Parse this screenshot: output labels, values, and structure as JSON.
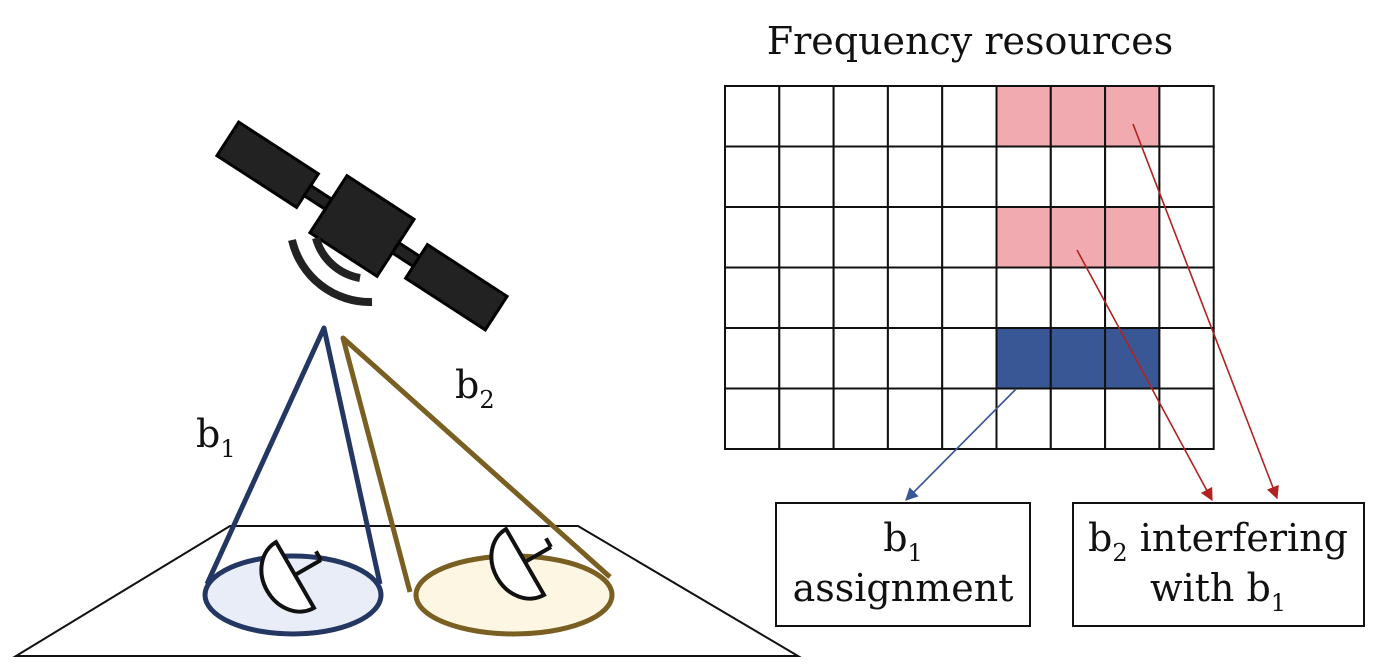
{
  "title": "Frequency resources",
  "beams": {
    "b1": {
      "base": "b",
      "sub": "1",
      "color": "#233762",
      "fill": "#e8edf7"
    },
    "b2": {
      "base": "b",
      "sub": "2",
      "color": "#7a5f22",
      "fill": "#fdf6e3"
    }
  },
  "grid": {
    "rows": 6,
    "cols": 9,
    "cells": [
      {
        "row": 0,
        "col": 5,
        "state": "interfering"
      },
      {
        "row": 0,
        "col": 6,
        "state": "interfering"
      },
      {
        "row": 0,
        "col": 7,
        "state": "interfering"
      },
      {
        "row": 2,
        "col": 5,
        "state": "interfering"
      },
      {
        "row": 2,
        "col": 6,
        "state": "interfering"
      },
      {
        "row": 2,
        "col": 7,
        "state": "interfering"
      },
      {
        "row": 4,
        "col": 5,
        "state": "assigned"
      },
      {
        "row": 4,
        "col": 6,
        "state": "assigned"
      },
      {
        "row": 4,
        "col": 7,
        "state": "assigned"
      }
    ],
    "colors": {
      "assigned": "#3a5795",
      "interfering": "#f0aab0"
    }
  },
  "boxes": {
    "assignment": {
      "line1_base": "b",
      "line1_sub": "1",
      "line2": "assignment"
    },
    "interfering": {
      "line1_base": "b",
      "line1_sub": "2",
      "line1_rest": " interfering",
      "line2": "with b",
      "line2_sub": "1"
    }
  },
  "arrows": {
    "blue": "#3a5795",
    "red": "#b22222"
  },
  "icons": [
    "satellite-icon",
    "signal-waves-icon",
    "dish-antenna-icon"
  ]
}
